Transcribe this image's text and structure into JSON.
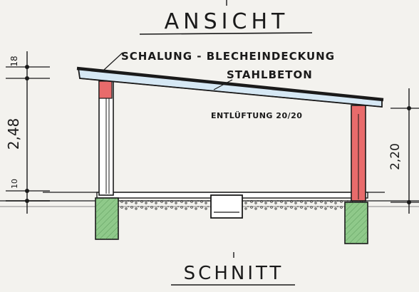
{
  "title": "ANSICHT",
  "subtitle": "SCHNITT",
  "labels": {
    "roof_cover": "SCHALUNG - BLECHEINDECKUNG",
    "roof_slab": "STAHLBETON",
    "vent": "ENTLÜFTUNG 20/20"
  },
  "dimensions": {
    "left_top": "18",
    "left_mid": "2,48",
    "left_bottom": "10",
    "right": "2,20"
  },
  "colors": {
    "ink": "#1a1a1a",
    "roof_fill": "#d6e8f4",
    "column_red": "#e86b6b",
    "footing_green": "#8fc98a",
    "ground": "#6b6b6b"
  }
}
